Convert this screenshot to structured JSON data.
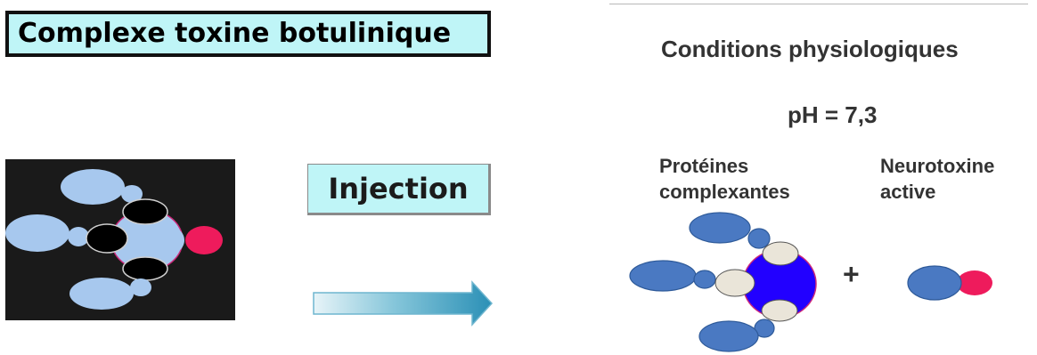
{
  "title": "Complexe toxine botulinique",
  "injection_label": "Injection",
  "conditions_label": "Conditions physiologiques",
  "ph_label": "pH = 7,3",
  "proteins_label": [
    "Protéines",
    "complexantes"
  ],
  "neurotoxin_label": [
    "Neurotoxine",
    "active"
  ],
  "plus_sign": "+",
  "colors": {
    "title_bg": "#bff5f7",
    "light_blue": "#a7c8ee",
    "steel_blue": "#4a79c2",
    "beige": "#eae5d9",
    "blue_core": "#2200ff",
    "pink": "#ee1b5c",
    "black": "#000000"
  }
}
